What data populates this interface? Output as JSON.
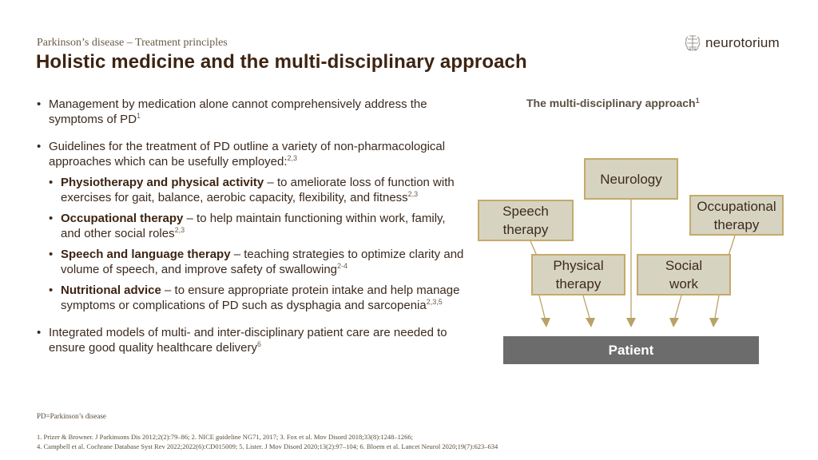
{
  "header": {
    "subtitle": "Parkinson’s disease – Treatment principles",
    "title": "Holistic medicine and the multi-disciplinary approach",
    "logo_text": "neurotorium",
    "logo_icon": "brain-circuit-icon"
  },
  "bullets": [
    {
      "text": "Management by medication alone cannot comprehensively address the symptoms of PD",
      "sup": "1"
    },
    {
      "text": "Guidelines for the treatment of PD outline a variety of non-pharmacological approaches which can be usefully employed:",
      "sup": "2,3",
      "sub_items": [
        {
          "bold": "Physiotherapy and physical activity",
          "text": " – to ameliorate loss of function with exercises for gait, balance, aerobic capacity, flexibility, and fitness",
          "sup": "2,3"
        },
        {
          "bold": "Occupational therapy",
          "text": " – to help maintain functioning within work, family, and other social roles",
          "sup": "2,3"
        },
        {
          "bold": "Speech and language therapy",
          "text": " – teaching strategies to optimize clarity and volume of speech, and improve safety of swallowing",
          "sup": "2-4"
        },
        {
          "bold": "Nutritional advice",
          "text": " – to ensure appropriate protein intake and help manage symptoms or complications of PD such as dysphagia and sarcopenia",
          "sup": "2,3,5"
        }
      ]
    },
    {
      "text": "Integrated models of multi- and inter-disciplinary patient care are needed to ensure good quality healthcare delivery",
      "sup": "6"
    }
  ],
  "abbreviation": "PD=Parkinson’s disease",
  "references": [
    "1. Prizer & Browner. J Parkinsons Dis 2012;2(2):79–86;  2. NICE guideline NG71, 2017; 3. Fox et al. Mov Disord 2018;33(8):1248–1266;",
    "4. Campbell et al. Cochrane Database Syst Rev 2022;2022(6):CD015009; 5. Lister. J Mov Disord 2020;13(2):97–104; 6. Bloem et al. Lancet Neurol 2020;19(7):623–634"
  ],
  "diagram": {
    "title": "The multi-disciplinary approach",
    "title_sup": "1",
    "nodes": {
      "neurology": "Neurology",
      "speech_l1": "Speech",
      "speech_l2": "therapy",
      "occupational_l1": "Occupational",
      "occupational_l2": "therapy",
      "physical_l1": "Physical",
      "physical_l2": "therapy",
      "social_l1": "Social",
      "social_l2": "work"
    },
    "target": "Patient",
    "colors": {
      "box_fill": "#d7d3c1",
      "box_border": "#c4aa6a",
      "arrow": "#b9a268",
      "patient_fill": "#6c6c6c"
    }
  }
}
